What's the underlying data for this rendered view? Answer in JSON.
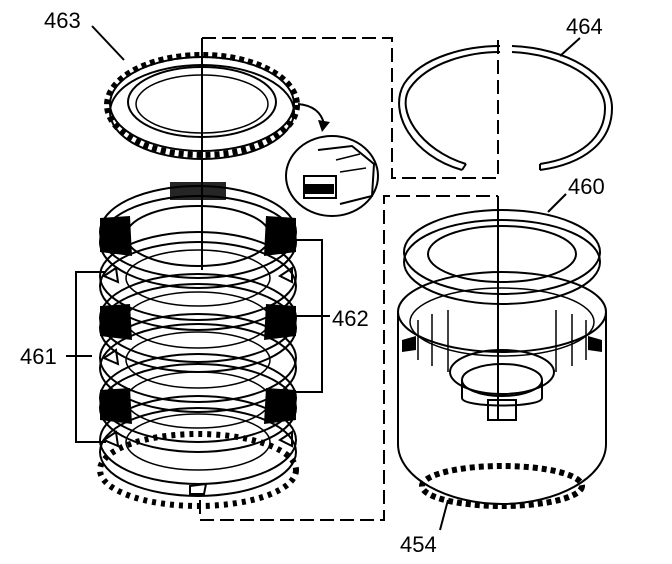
{
  "diagram": {
    "colors": {
      "ink": "#000000",
      "background": "#ffffff"
    },
    "callouts": [
      {
        "id": "463",
        "label": "463"
      },
      {
        "id": "464",
        "label": "464"
      },
      {
        "id": "460",
        "label": "460"
      },
      {
        "id": "462",
        "label": "462"
      },
      {
        "id": "461",
        "label": "461"
      },
      {
        "id": "454",
        "label": "454"
      }
    ]
  }
}
